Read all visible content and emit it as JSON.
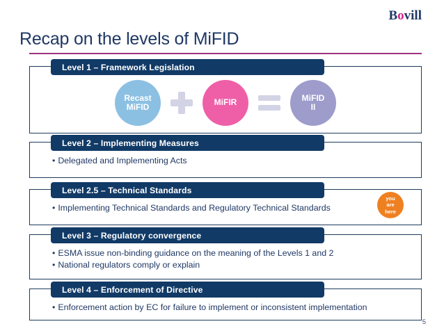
{
  "brand": {
    "logo_prefix": "B",
    "logo_accent": "o",
    "logo_suffix": "vill",
    "logo_full": "Bovill",
    "accent_color": "#d5258d",
    "navy_color": "#1f3864"
  },
  "slide": {
    "title": "Recap on the levels of MiFID",
    "page_number": "5",
    "rule_color": "#a0317f"
  },
  "levels": [
    {
      "id": "level-1",
      "header": "Level 1 – Framework Legislation",
      "bullets": [],
      "has_diagram": true
    },
    {
      "id": "level-2",
      "header": "Level 2 – Implementing Measures",
      "bullets": [
        "Delegated and Implementing Acts"
      ],
      "has_diagram": false
    },
    {
      "id": "level-2-5",
      "header": "Level 2.5 – Technical Standards",
      "bullets": [
        "Implementing Technical Standards and Regulatory Technical Standards"
      ],
      "has_diagram": false,
      "badge": {
        "line1": "you",
        "line2": "are",
        "line3": "here",
        "color": "#ef8022"
      }
    },
    {
      "id": "level-3",
      "header": "Level 3 – Regulatory convergence",
      "bullets": [
        "ESMA issue non-binding guidance on the meaning of the Levels 1 and 2",
        "National regulators comply or explain"
      ],
      "has_diagram": false
    },
    {
      "id": "level-4",
      "header": "Level 4 – Enforcement of Directive",
      "bullets": [
        "Enforcement action by EC for failure to implement or  inconsistent implementation"
      ],
      "has_diagram": false
    }
  ],
  "diagram": {
    "nodes": [
      {
        "label_line1": "Recast",
        "label_line2": "MiFID",
        "color": "#8cc0e3"
      },
      {
        "label_line1": "MiFIR",
        "label_line2": "",
        "color": "#ef5fa8"
      },
      {
        "label_line1": "MiFID",
        "label_line2": "II",
        "color": "#9e9ccb"
      }
    ],
    "operators": [
      {
        "symbol": "plus",
        "color": "#d3d3e6"
      },
      {
        "symbol": "equals",
        "color": "#d3d3e6"
      }
    ]
  },
  "bullet_glyph": "•"
}
